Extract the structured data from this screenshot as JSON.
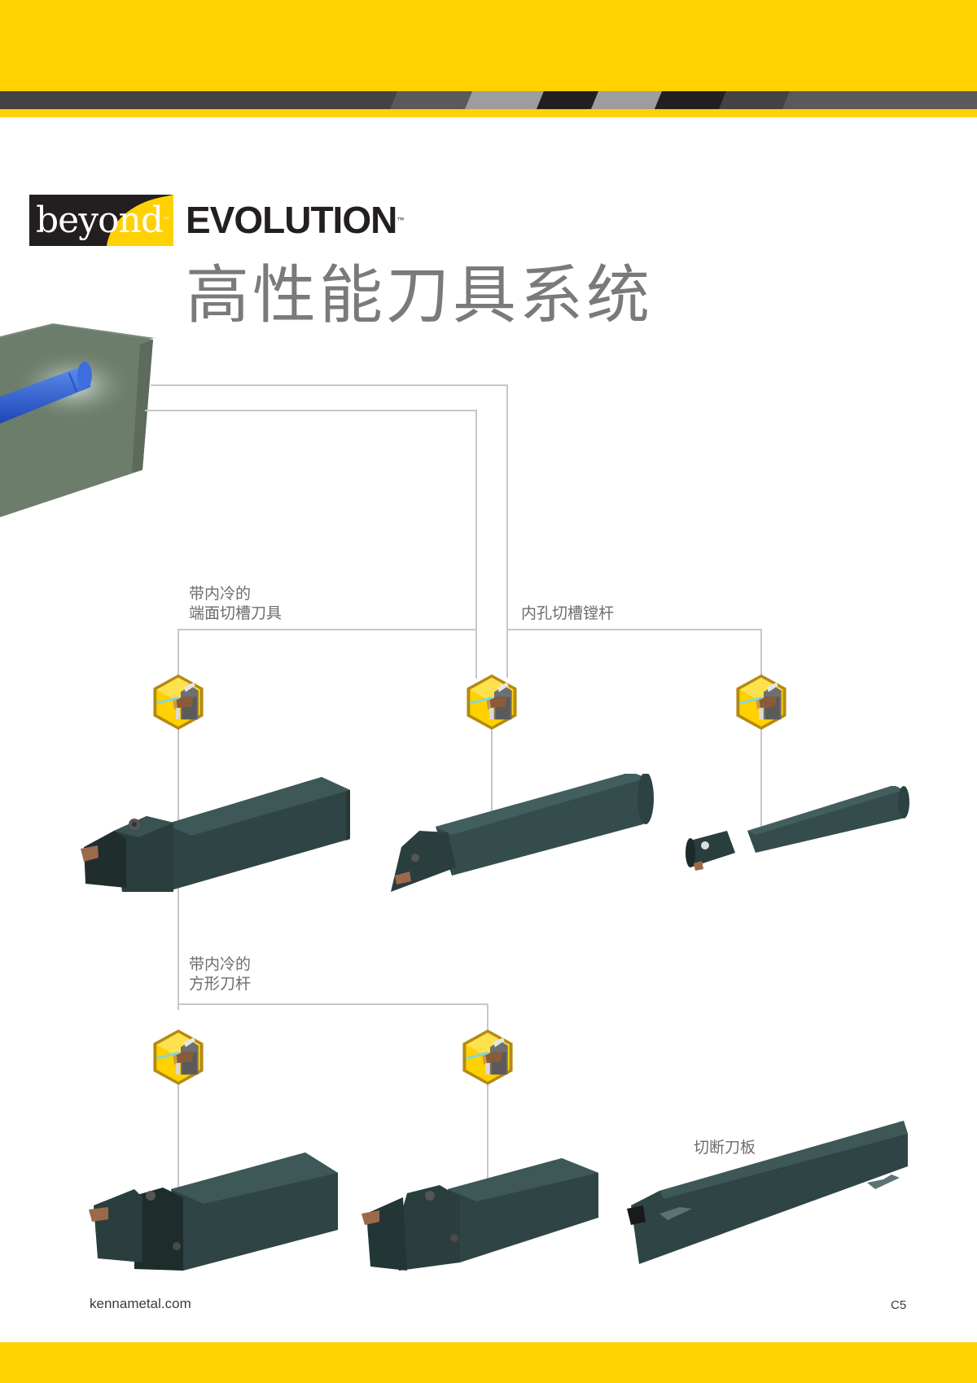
{
  "header": {
    "brand_logo": "beyond",
    "brand_tm": "™",
    "product_line": "EVOLUTION",
    "product_tm": "™",
    "title": "高性能刀具系统",
    "colors": {
      "yellow": "#ffd100",
      "stripe_dark": "#434343",
      "stripe_light": "#9d9d9d",
      "stripe_black": "#231f20"
    }
  },
  "diagram": {
    "source_image": "coolant-channel-block-icon",
    "branches": [
      {
        "label_line1": "带内冷的",
        "label_line2": "端面切槽刀具",
        "tool": "face-grooving-toolholder"
      },
      {
        "label_line1": "内孔切槽镗杆",
        "tool_left": "boring-bar-large",
        "tool_right": "boring-bar-small"
      },
      {
        "label_line1": "带内冷的",
        "label_line2": "方形刀杆",
        "tool_left": "square-shank-toolholder-a",
        "tool_right": "square-shank-toolholder-b"
      },
      {
        "label_line1": "切断刀板",
        "tool": "cut-off-blade"
      }
    ],
    "badge_icon": "through-coolant-insert-icon"
  },
  "footer": {
    "url": "kennametal.com",
    "page": "C5"
  }
}
